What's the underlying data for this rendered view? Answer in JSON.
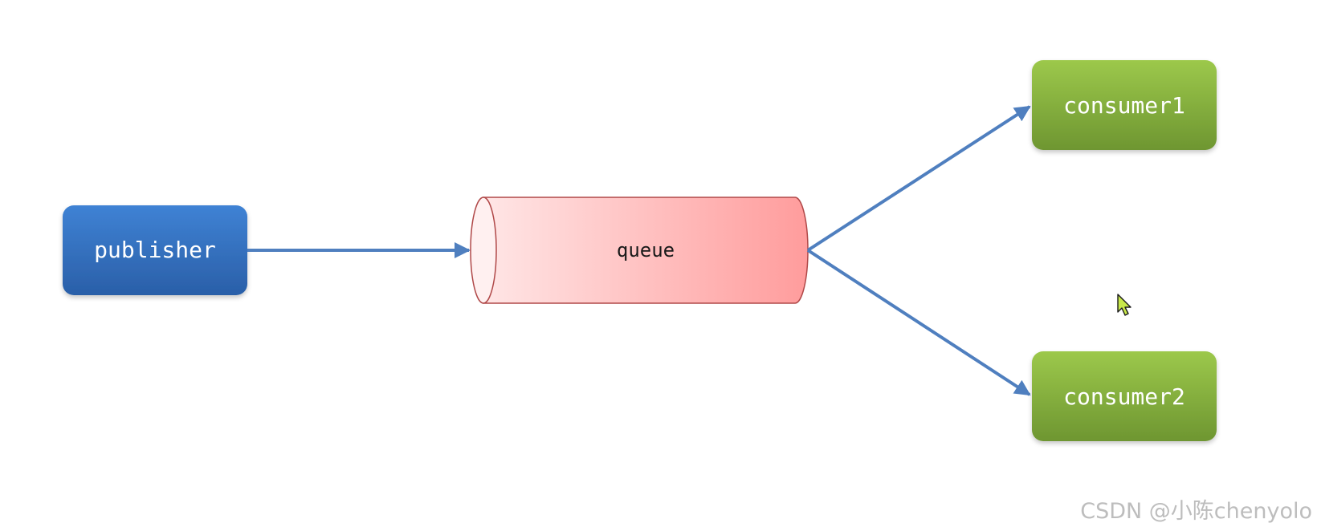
{
  "nodes": {
    "publisher": "publisher",
    "queue": "queue",
    "consumer1": "consumer1",
    "consumer2": "consumer2"
  },
  "watermark": "CSDN @小陈chenyolo",
  "colors": {
    "publisher": "#2f6fbf",
    "queue": "#ff9e9e",
    "consumer": "#7ba53a",
    "arrow": "#4f7fbf"
  }
}
